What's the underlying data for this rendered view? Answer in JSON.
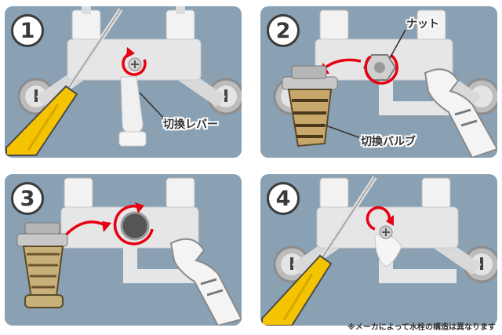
{
  "steps": [
    {
      "number": "1",
      "label": "切換レバー"
    },
    {
      "number": "2",
      "label_nut": "ナット",
      "label_valve": "切換バルブ"
    },
    {
      "number": "3"
    },
    {
      "number": "4"
    }
  ],
  "footnote": "※メーカによって水栓の構造は異なります",
  "colors": {
    "panel_bg": "#8aa0b3",
    "arrow": "#e60012",
    "screwdriver_handle": "#f5c400",
    "faucet": "#e8e8e8"
  }
}
